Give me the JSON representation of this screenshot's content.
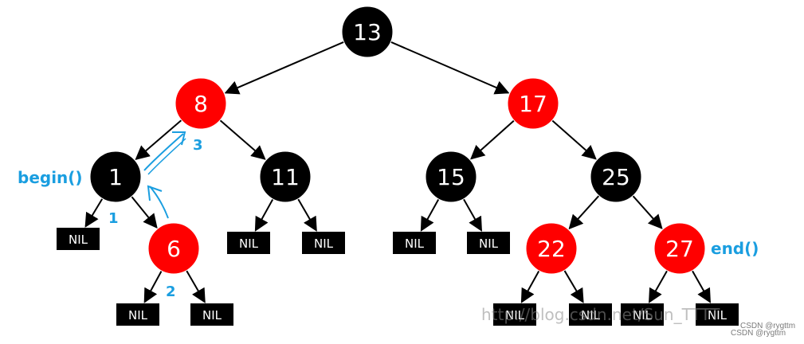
{
  "colors": {
    "black_node": "#000000",
    "red_node": "#ff0000",
    "edge": "#000000",
    "annotation": "#1a9ee0",
    "watermark": "#8c8c8c"
  },
  "nodes": [
    {
      "id": "n13",
      "label": "13",
      "color": "black"
    },
    {
      "id": "n8",
      "label": "8",
      "color": "red"
    },
    {
      "id": "n17",
      "label": "17",
      "color": "red"
    },
    {
      "id": "n1",
      "label": "1",
      "color": "black"
    },
    {
      "id": "n11",
      "label": "11",
      "color": "black"
    },
    {
      "id": "n15",
      "label": "15",
      "color": "black"
    },
    {
      "id": "n25",
      "label": "25",
      "color": "black"
    },
    {
      "id": "n6",
      "label": "6",
      "color": "red"
    },
    {
      "id": "n22",
      "label": "22",
      "color": "red"
    },
    {
      "id": "n27",
      "label": "27",
      "color": "red"
    }
  ],
  "nil_label": "NIL",
  "nil_leaves": [
    "nil1",
    "nil6a",
    "nil6b",
    "nil11a",
    "nil11b",
    "nil15a",
    "nil15b",
    "nil22a",
    "nil22b",
    "nil27a",
    "nil27b"
  ],
  "edges": [
    [
      "n13",
      "n8"
    ],
    [
      "n13",
      "n17"
    ],
    [
      "n8",
      "n1"
    ],
    [
      "n8",
      "n11"
    ],
    [
      "n17",
      "n15"
    ],
    [
      "n17",
      "n25"
    ],
    [
      "n1",
      "nil1"
    ],
    [
      "n1",
      "n6"
    ],
    [
      "n6",
      "nil6a"
    ],
    [
      "n6",
      "nil6b"
    ],
    [
      "n11",
      "nil11a"
    ],
    [
      "n11",
      "nil11b"
    ],
    [
      "n15",
      "nil15a"
    ],
    [
      "n15",
      "nil15b"
    ],
    [
      "n25",
      "n22"
    ],
    [
      "n25",
      "n27"
    ],
    [
      "n22",
      "nil22a"
    ],
    [
      "n22",
      "nil22b"
    ],
    [
      "n27",
      "nil27a"
    ],
    [
      "n27",
      "nil27b"
    ]
  ],
  "annotations": {
    "begin": "begin()",
    "end": "end()",
    "step1": "1",
    "step2": "2",
    "step3": "3"
  },
  "watermark": "http://blog.csdn.net/Sun_TTTT",
  "csdn_credit_top": "CSDN @rygttm",
  "csdn_credit_bottom": "CSDN @rygttm"
}
